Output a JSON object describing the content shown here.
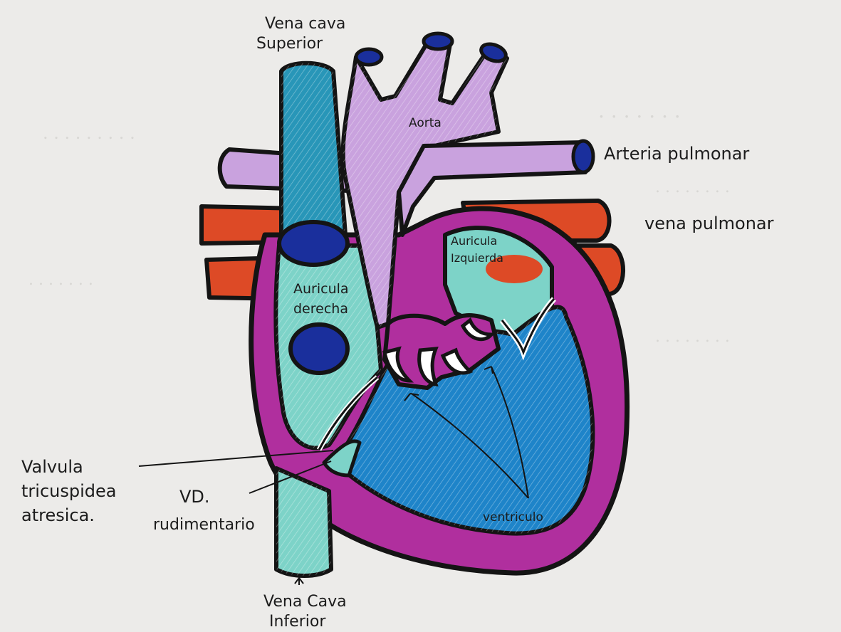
{
  "labels": {
    "vena_cava_superior_1": "Vena cava",
    "vena_cava_superior_2": "Superior",
    "aorta": "Aorta",
    "arteria_pulmonar": "Arteria pulmonar",
    "vena_pulmonar": "vena pulmonar",
    "auricula_izquierda_1": "Auricula",
    "auricula_izquierda_2": "Izquierda",
    "auricula_derecha_1": "Auricula",
    "auricula_derecha_2": "derecha",
    "valvula_1": "Valvula",
    "valvula_2": "tricuspidea",
    "valvula_3": "atresica.",
    "vd_1": "VD.",
    "vd_2": "rudimentario",
    "ventriculo": "ventriculo",
    "vena_cava_inferior_1": "Vena Cava",
    "vena_cava_inferior_2": "Inferior"
  },
  "colors": {
    "paper": "#ecebe9",
    "outline": "#141414",
    "aorta_purple": "#c9a2de",
    "magenta": "#b02f9e",
    "vena_cava_blue": "#2896b8",
    "teal": "#7dd3c8",
    "ventricle_blue": "#1e84c9",
    "navy": "#1a2f9c",
    "red_vein": "#dd4a26"
  }
}
